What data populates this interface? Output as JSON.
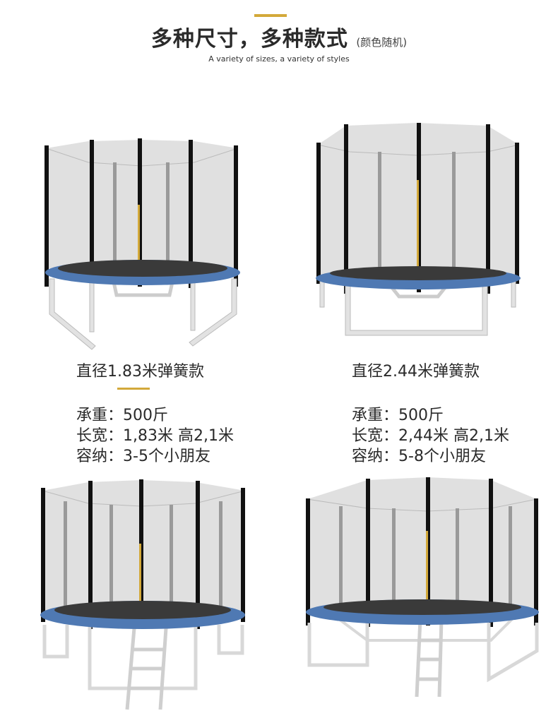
{
  "header": {
    "title": "多种尺寸，多种款式",
    "title_note": "(颜色随机)",
    "subtitle": "A variety of sizes, a variety of styles"
  },
  "colors": {
    "accent": "#d3a93a",
    "pad_blue": "#4f79b3",
    "net_grey": "#dadada",
    "pole_black": "#111111",
    "frame_silver": "#d8d8d8"
  },
  "products": [
    {
      "name": "直径1.83米弹簧款",
      "specs": [
        {
          "label": "承重",
          "value": "500斤"
        },
        {
          "label": "长宽",
          "value": "1,83米 高2,1米"
        },
        {
          "label": "容纳",
          "value": "3-5个小朋友"
        }
      ]
    },
    {
      "name": "直径2.44米弹簧款",
      "specs": [
        {
          "label": "承重",
          "value": "500斤"
        },
        {
          "label": "长宽",
          "value": "2,44米 高2,1米"
        },
        {
          "label": "容纳",
          "value": "5-8个小朋友"
        }
      ]
    }
  ]
}
